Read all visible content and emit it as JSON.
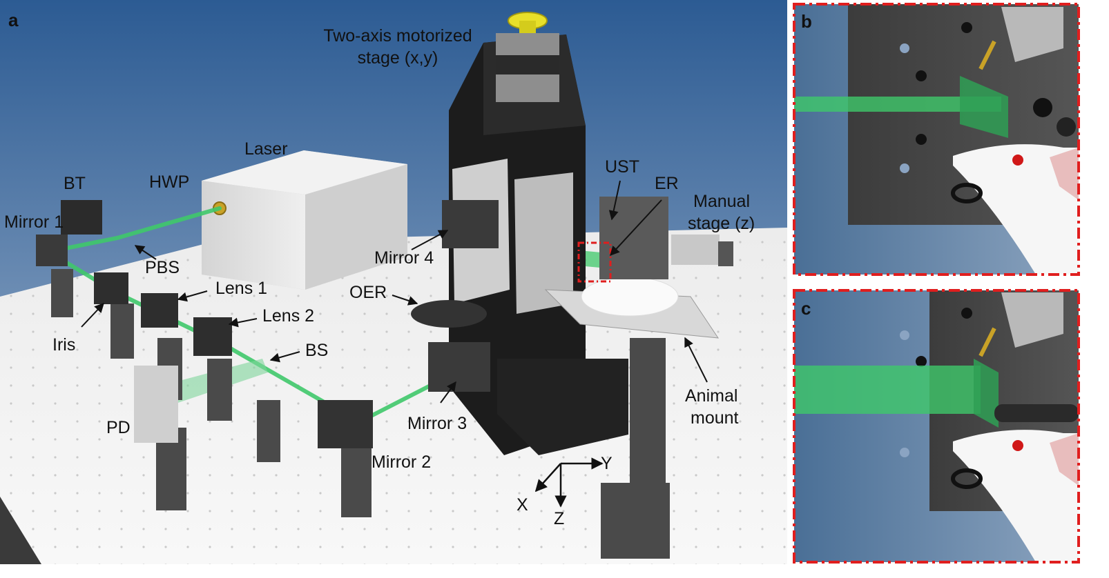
{
  "panels": {
    "a": "a",
    "b": "b",
    "c": "c"
  },
  "labels": {
    "stage_xy_line1": "Two-axis motorized",
    "stage_xy_line2": "stage (x,y)",
    "laser": "Laser",
    "bt": "BT",
    "hwp": "HWP",
    "mirror1": "Mirror 1",
    "pbs": "PBS",
    "lens1": "Lens 1",
    "lens2": "Lens 2",
    "iris": "Iris",
    "bs": "BS",
    "pd": "PD",
    "mirror2": "Mirror 2",
    "mirror3": "Mirror 3",
    "mirror4": "Mirror 4",
    "oer": "OER",
    "ust": "UST",
    "er": "ER",
    "manual_stage_line1": "Manual",
    "manual_stage_line2": "stage (z)",
    "animal_mount_line1": "Animal",
    "animal_mount_line2": "mount",
    "axis_x": "X",
    "axis_y": "Y",
    "axis_z": "Z"
  },
  "colors": {
    "beam": "#3fc86a",
    "highlight_box": "#e01e1e",
    "table_top": "#f1f1f1",
    "background_top": "#2f5f96",
    "background_bottom": "#b7c4d2"
  }
}
